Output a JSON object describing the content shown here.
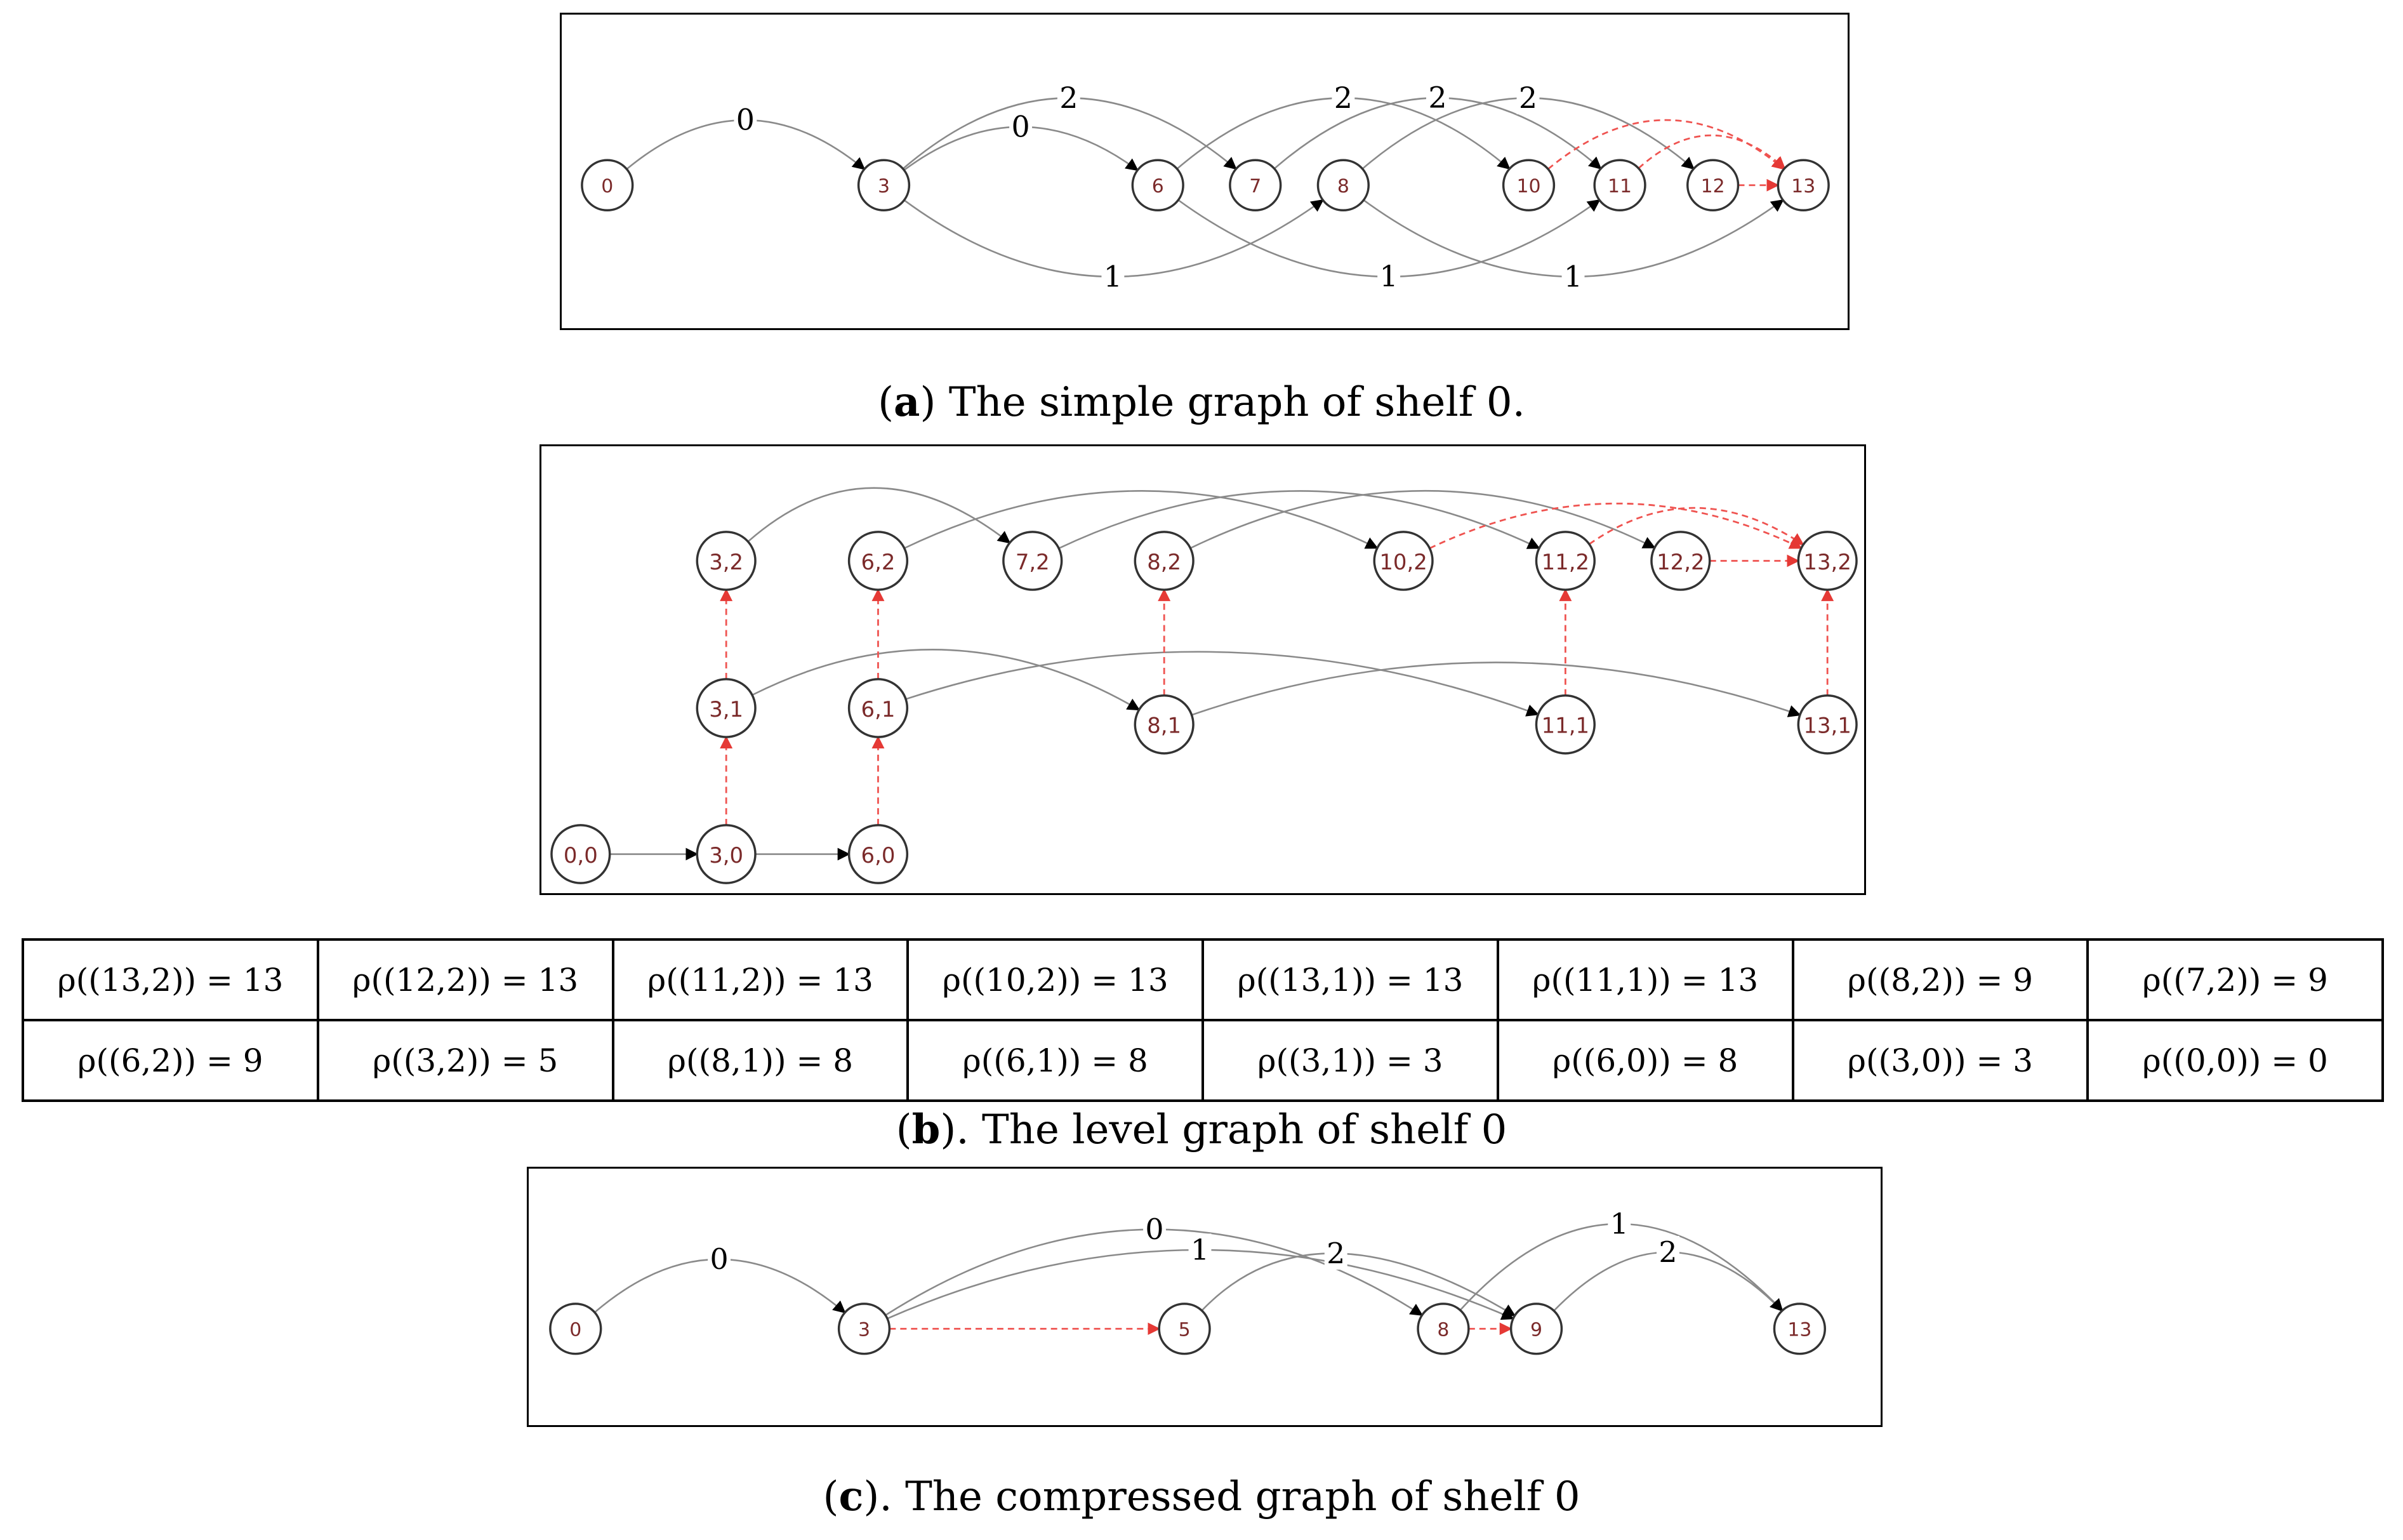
{
  "panel_a": {
    "caption_letter": "a",
    "caption_text": " The simple graph of shelf 0.",
    "nodes": [
      {
        "id": "0",
        "label": "0"
      },
      {
        "id": "3",
        "label": "3"
      },
      {
        "id": "6",
        "label": "6"
      },
      {
        "id": "7",
        "label": "7"
      },
      {
        "id": "8",
        "label": "8"
      },
      {
        "id": "10",
        "label": "10"
      },
      {
        "id": "11",
        "label": "11"
      },
      {
        "id": "12",
        "label": "12"
      },
      {
        "id": "13",
        "label": "13"
      }
    ],
    "edges": [
      {
        "from": "0",
        "to": "3",
        "label": "0",
        "style": "black"
      },
      {
        "from": "3",
        "to": "6",
        "label": "0",
        "style": "black"
      },
      {
        "from": "3",
        "to": "7",
        "label": "2",
        "style": "black"
      },
      {
        "from": "6",
        "to": "10",
        "label": "2",
        "style": "black"
      },
      {
        "from": "7",
        "to": "11",
        "label": "2",
        "style": "black"
      },
      {
        "from": "8",
        "to": "12",
        "label": "2",
        "style": "black"
      },
      {
        "from": "3",
        "to": "8",
        "label": "1",
        "style": "black"
      },
      {
        "from": "6",
        "to": "11",
        "label": "1",
        "style": "black"
      },
      {
        "from": "8",
        "to": "13",
        "label": "1",
        "style": "black"
      },
      {
        "from": "10",
        "to": "13",
        "label": "",
        "style": "red"
      },
      {
        "from": "11",
        "to": "13",
        "label": "",
        "style": "red"
      },
      {
        "from": "12",
        "to": "13",
        "label": "",
        "style": "red"
      }
    ]
  },
  "panel_b": {
    "caption_letter": "b",
    "caption_text": "). The level graph of shelf 0",
    "nodes": [
      {
        "id": "3,2",
        "label": "3,2"
      },
      {
        "id": "6,2",
        "label": "6,2"
      },
      {
        "id": "7,2",
        "label": "7,2"
      },
      {
        "id": "8,2",
        "label": "8,2"
      },
      {
        "id": "10,2",
        "label": "10,2"
      },
      {
        "id": "11,2",
        "label": "11,2"
      },
      {
        "id": "12,2",
        "label": "12,2"
      },
      {
        "id": "13,2",
        "label": "13,2"
      },
      {
        "id": "3,1",
        "label": "3,1"
      },
      {
        "id": "6,1",
        "label": "6,1"
      },
      {
        "id": "8,1",
        "label": "8,1"
      },
      {
        "id": "11,1",
        "label": "11,1"
      },
      {
        "id": "13,1",
        "label": "13,1"
      },
      {
        "id": "0,0",
        "label": "0,0"
      },
      {
        "id": "3,0",
        "label": "3,0"
      },
      {
        "id": "6,0",
        "label": "6,0"
      }
    ],
    "edges": [
      {
        "from": "3,2",
        "to": "7,2",
        "style": "black"
      },
      {
        "from": "6,2",
        "to": "10,2",
        "style": "black"
      },
      {
        "from": "7,2",
        "to": "11,2",
        "style": "black"
      },
      {
        "from": "8,2",
        "to": "12,2",
        "style": "black"
      },
      {
        "from": "10,2",
        "to": "13,2",
        "style": "red"
      },
      {
        "from": "11,2",
        "to": "13,2",
        "style": "red"
      },
      {
        "from": "12,2",
        "to": "13,2",
        "style": "red"
      },
      {
        "from": "3,1",
        "to": "8,1",
        "style": "black"
      },
      {
        "from": "6,1",
        "to": "11,1",
        "style": "black"
      },
      {
        "from": "8,1",
        "to": "13,1",
        "style": "black"
      },
      {
        "from": "0,0",
        "to": "3,0",
        "style": "black"
      },
      {
        "from": "3,0",
        "to": "6,0",
        "style": "black"
      },
      {
        "from": "3,0",
        "to": "3,1",
        "style": "red"
      },
      {
        "from": "3,1",
        "to": "3,2",
        "style": "red"
      },
      {
        "from": "6,0",
        "to": "6,1",
        "style": "red"
      },
      {
        "from": "6,1",
        "to": "6,2",
        "style": "red"
      },
      {
        "from": "8,1",
        "to": "8,2",
        "style": "red"
      },
      {
        "from": "11,1",
        "to": "11,2",
        "style": "red"
      },
      {
        "from": "13,1",
        "to": "13,2",
        "style": "red"
      }
    ]
  },
  "rho_table": {
    "rows": [
      [
        "ρ((13,2)) = 13",
        "ρ((12,2)) = 13",
        "ρ((11,2)) = 13",
        "ρ((10,2)) = 13",
        "ρ((13,1)) = 13",
        "ρ((11,1)) = 13",
        "ρ((8,2)) = 9",
        "ρ((7,2)) = 9"
      ],
      [
        "ρ((6,2)) = 9",
        "ρ((3,2)) = 5",
        "ρ((8,1)) = 8",
        "ρ((6,1)) = 8",
        "ρ((3,1)) = 3",
        "ρ((6,0)) = 8",
        "ρ((3,0)) = 3",
        "ρ((0,0)) = 0"
      ]
    ]
  },
  "panel_c": {
    "caption_letter": "c",
    "caption_text": "). The compressed graph of shelf 0",
    "nodes": [
      {
        "id": "0",
        "label": "0"
      },
      {
        "id": "3",
        "label": "3"
      },
      {
        "id": "5",
        "label": "5"
      },
      {
        "id": "8",
        "label": "8"
      },
      {
        "id": "9",
        "label": "9"
      },
      {
        "id": "13",
        "label": "13"
      }
    ],
    "edges": [
      {
        "from": "0",
        "to": "3",
        "label": "0",
        "style": "black"
      },
      {
        "from": "3",
        "to": "8",
        "label": "0",
        "style": "black"
      },
      {
        "from": "3",
        "to": "9",
        "label": "1",
        "style": "black"
      },
      {
        "from": "5",
        "to": "9",
        "label": "2",
        "style": "black"
      },
      {
        "from": "8",
        "to": "13",
        "label": "1",
        "style": "black"
      },
      {
        "from": "9",
        "to": "13",
        "label": "2",
        "style": "black"
      },
      {
        "from": "3",
        "to": "5",
        "label": "",
        "style": "red"
      },
      {
        "from": "8",
        "to": "9",
        "label": "",
        "style": "red"
      }
    ]
  },
  "colors": {
    "node_label": "#7b2a2a",
    "edge_black": "#8a8a8a",
    "edge_red": "#ef5350"
  }
}
